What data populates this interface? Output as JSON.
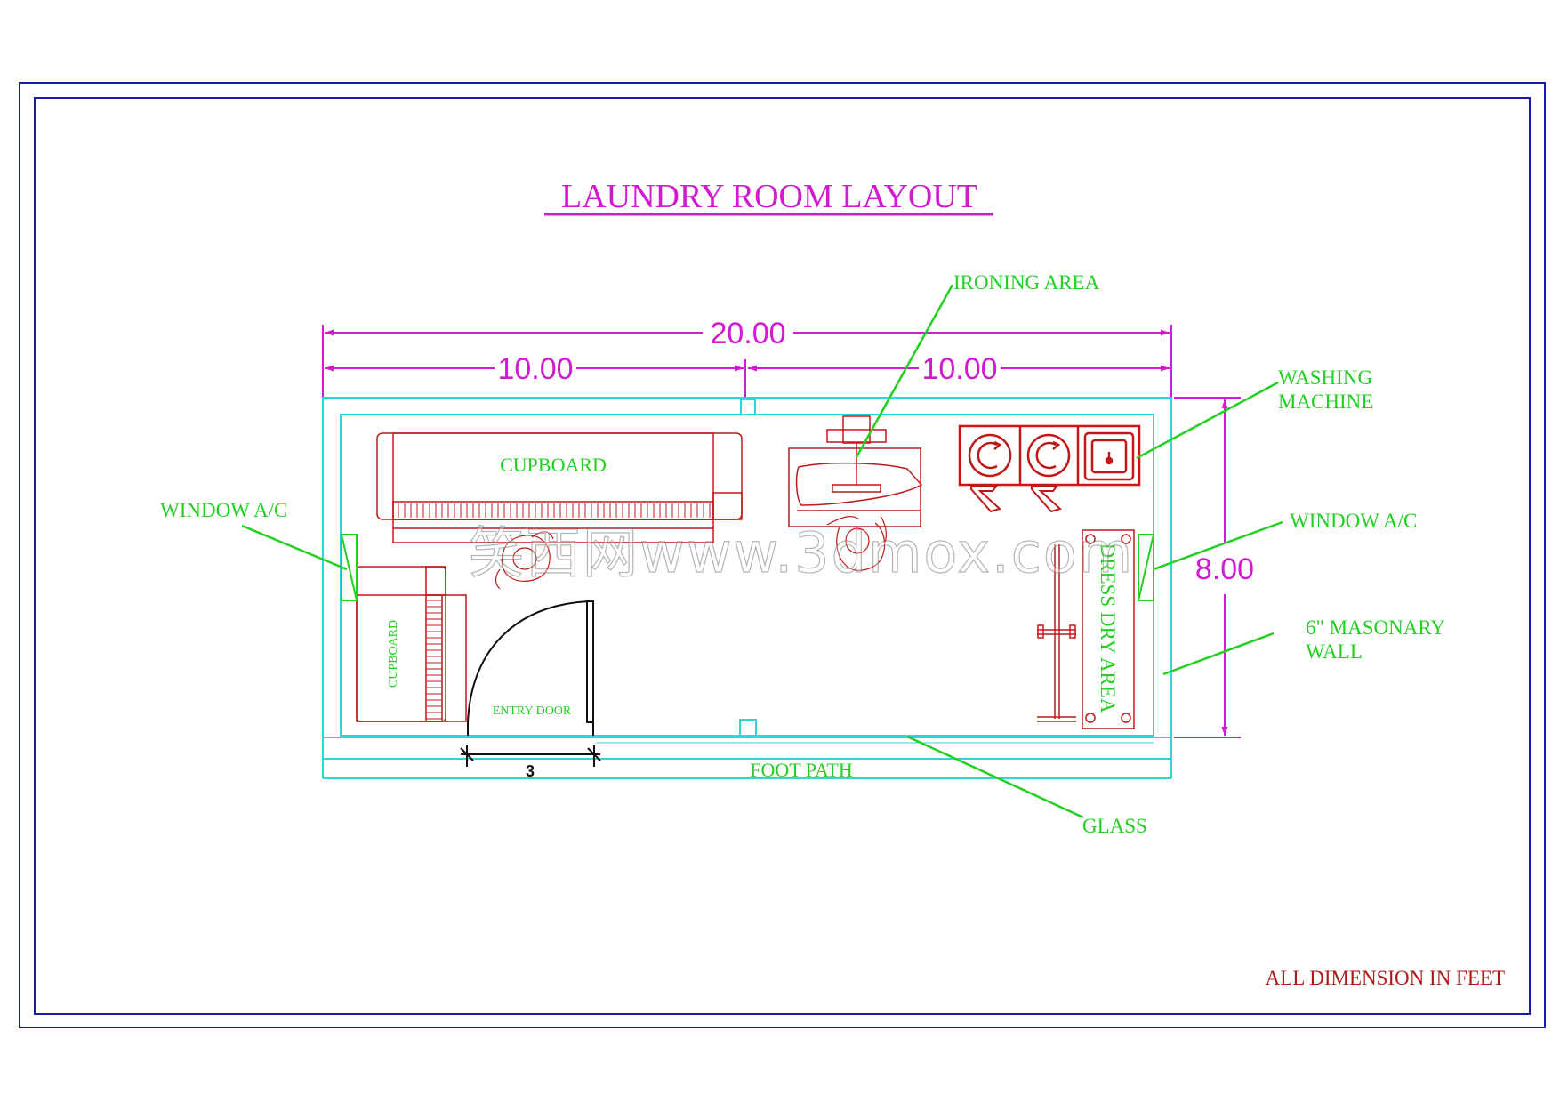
{
  "title": "LAUNDRY ROOM LAYOUT",
  "dimensions": {
    "overall_length": "20.00",
    "left_half": "10.00",
    "right_half": "10.00",
    "width": "8.00",
    "door_width": "3"
  },
  "labels": {
    "cupboard_top": "CUPBOARD",
    "cupboard_side": "CUPBOARD",
    "entry_door": "ENTRY DOOR",
    "dress_dry_area": "DRESS DRY AREA",
    "foot_path": "FOOT PATH"
  },
  "callouts": {
    "ironing_area": "IRONING AREA",
    "washing_machine_1": "WASHING",
    "washing_machine_2": "MACHINE",
    "window_ac_left": "WINDOW A/C",
    "window_ac_right": "WINDOW A/C",
    "masonry_wall_1": "6\" MASONARY",
    "masonry_wall_2": "WALL",
    "glass": "GLASS"
  },
  "note": "ALL DIMENSION IN FEET",
  "watermark": "笑西网www.3dmox.com",
  "colors": {
    "border": "#1a1aa8",
    "title": "#d21ad2",
    "dimension": "#d21ad2",
    "wall": "#2fd6d6",
    "label": "#22d022",
    "furniture": "#c01818",
    "door": "#111111",
    "note": "#b01818"
  }
}
